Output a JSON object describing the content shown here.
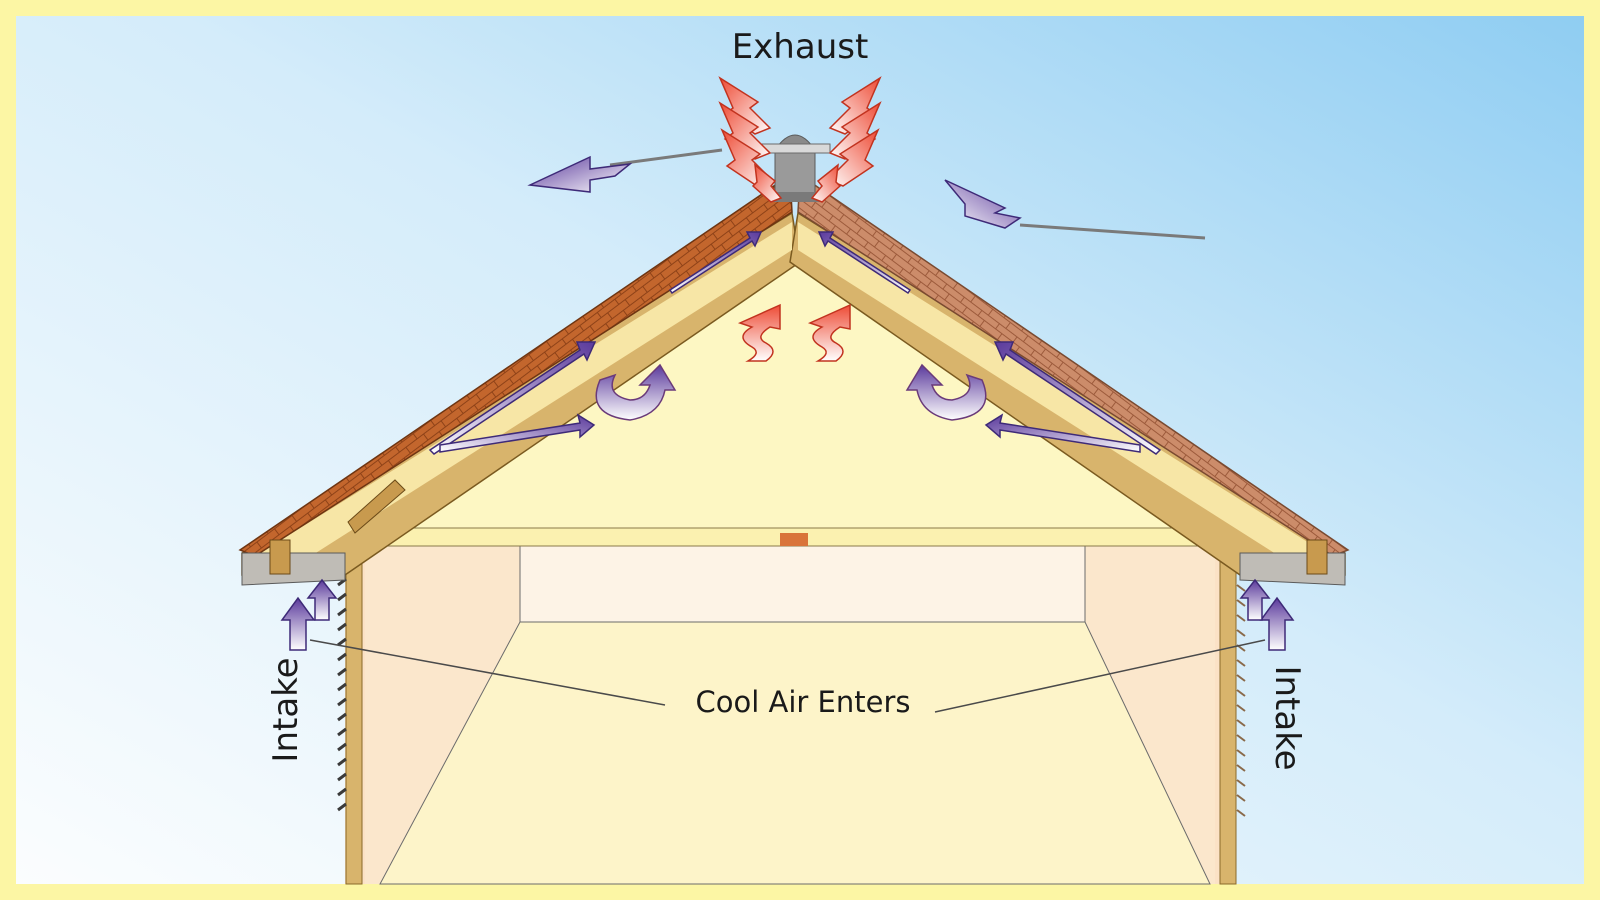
{
  "labels": {
    "exhaust": "Exhaust",
    "cool_air": "Cool Air Enters",
    "intake_left": "Intake",
    "intake_right": "Intake"
  },
  "colors": {
    "frame": "#fcf6a4",
    "sky_light": "#eaf6fd",
    "sky_dark": "#9fd3f3",
    "attic": "#fdf7c3",
    "room": "#fdefc4",
    "wall_side": "#fbe2c6",
    "shingle_left": "#c3662d",
    "shingle_right": "#cb8764",
    "wood": "#d8b46c",
    "cool_arrow": "#5f3c9e",
    "hot_arrow": "#ef5a3e"
  },
  "icons": {
    "exhaust_vent": "roof-vent-icon",
    "cool_air": "purple-airflow-arrow",
    "hot_air": "red-heat-arrow"
  }
}
